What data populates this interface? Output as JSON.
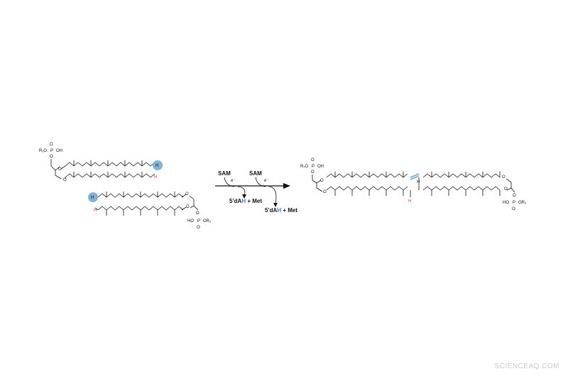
{
  "colors": {
    "ink": "#111111",
    "highlight": "#7fb3d9",
    "red_h": "#d83a24",
    "watermark": "#c9c9c9"
  },
  "substrate": {
    "r1_group": "R₁O",
    "r2_group": "OR₂",
    "phosphorus": "P",
    "hydroxyl": "OH",
    "hydroxyl_left": "HO",
    "oxygen": "O",
    "hydrogen_blue": "H",
    "hydrogen_red": "H"
  },
  "reaction": {
    "cofactor_1": "SAM",
    "cofactor_2": "SAM",
    "electron": "e⁻",
    "byproduct_prefix": "5’dA",
    "byproduct_h": "H",
    "byproduct_suffix": " + Met"
  },
  "product": {
    "r1_group": "R₁O",
    "r2_group": "OR₂",
    "phosphorus": "P",
    "hydroxyl": "OH",
    "hydroxyl_left": "HO",
    "oxygen": "O",
    "hydrogen_red": "H"
  },
  "watermark": "SCIENCEAQ.COM"
}
